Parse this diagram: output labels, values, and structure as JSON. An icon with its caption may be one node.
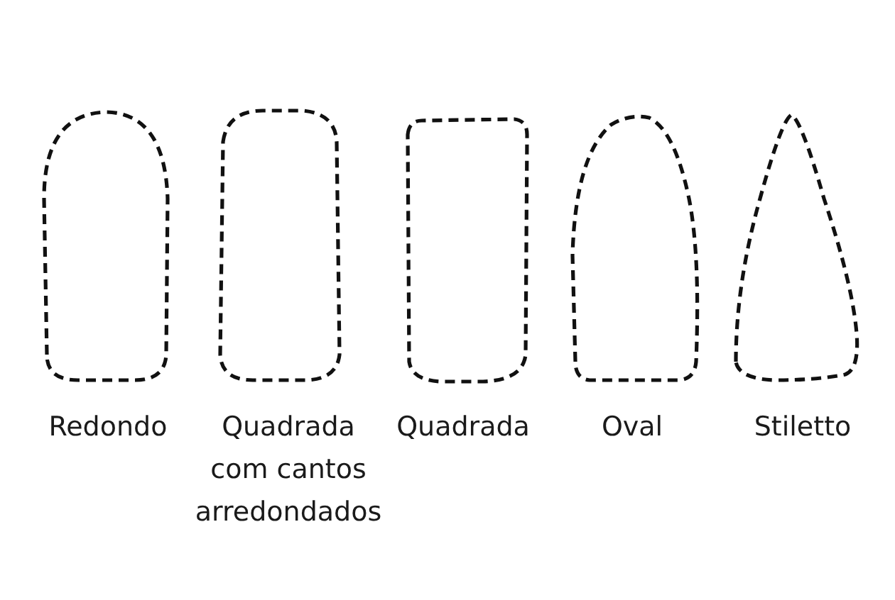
{
  "diagram": {
    "labels": [
      "Redondo",
      "Quadrada com cantos arredondados",
      "Quadrada",
      "Oval",
      "Stiletto"
    ]
  }
}
